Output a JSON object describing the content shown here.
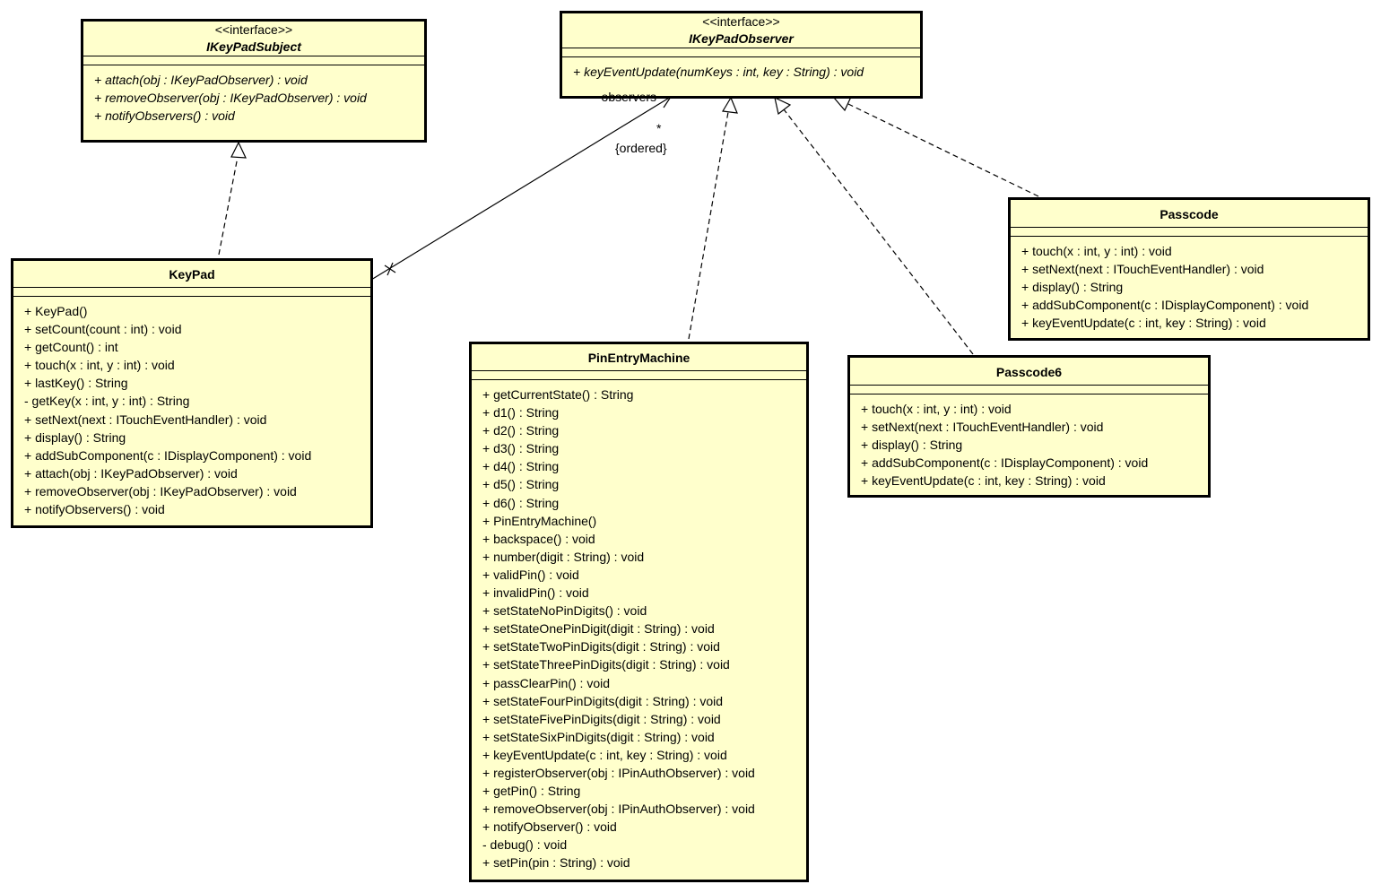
{
  "classes": {
    "ikeypad_subject": {
      "stereotype": "<<interface>>",
      "name": "IKeyPadSubject",
      "ops": [
        "+ attach(obj : IKeyPadObserver) : void",
        "+ removeObserver(obj : IKeyPadObserver) : void",
        "+ notifyObservers() : void"
      ]
    },
    "ikeypad_observer": {
      "stereotype": "<<interface>>",
      "name": "IKeyPadObserver",
      "ops": [
        "+ keyEventUpdate(numKeys : int, key : String) : void"
      ]
    },
    "keypad": {
      "name": "KeyPad",
      "ops": [
        "+ KeyPad()",
        "+ setCount(count : int) : void",
        "+ getCount() : int",
        "+ touch(x : int, y : int) : void",
        "+ lastKey() : String",
        "- getKey(x : int, y : int) : String",
        "+ setNext(next : ITouchEventHandler) : void",
        "+ display() : String",
        "+ addSubComponent(c : IDisplayComponent) : void",
        "+ attach(obj : IKeyPadObserver) : void",
        "+ removeObserver(obj : IKeyPadObserver) : void",
        "+ notifyObservers() : void"
      ]
    },
    "pin_entry_machine": {
      "name": "PinEntryMachine",
      "ops": [
        "+ getCurrentState() : String",
        "+ d1() : String",
        "+ d2() : String",
        "+ d3() : String",
        "+ d4() : String",
        "+ d5() : String",
        "+ d6() : String",
        "+ PinEntryMachine()",
        "+ backspace() : void",
        "+ number(digit : String) : void",
        "+ validPin() : void",
        "+ invalidPin() : void",
        "+ setStateNoPinDigits() : void",
        "+ setStateOnePinDigit(digit : String) : void",
        "+ setStateTwoPinDigits(digit : String) : void",
        "+ setStateThreePinDigits(digit : String) : void",
        "+ passClearPin() : void",
        "+ setStateFourPinDigits(digit : String) : void",
        "+ setStateFivePinDigits(digit : String) : void",
        "+ setStateSixPinDigits(digit : String) : void",
        "+ keyEventUpdate(c : int, key : String) : void",
        "+ registerObserver(obj : IPinAuthObserver) : void",
        "+ getPin() : String",
        "+ removeObserver(obj : IPinAuthObserver) : void",
        "+ notifyObserver() : void",
        "- debug() : void",
        "+ setPin(pin : String) : void"
      ]
    },
    "passcode": {
      "name": "Passcode",
      "ops": [
        "+ touch(x : int, y : int) : void",
        "+ setNext(next : ITouchEventHandler) : void",
        "+ display() : String",
        "+ addSubComponent(c : IDisplayComponent) : void",
        "+ keyEventUpdate(c : int, key : String) : void"
      ]
    },
    "passcode6": {
      "name": "Passcode6",
      "ops": [
        "+ touch(x : int, y : int) : void",
        "+ setNext(next : ITouchEventHandler) : void",
        "+ display() : String",
        "+ addSubComponent(c : IDisplayComponent) : void",
        "+ keyEventUpdate(c : int, key : String) : void"
      ]
    }
  },
  "association": {
    "role": "- observers",
    "multiplicity": "*",
    "constraint": "{ordered}"
  }
}
